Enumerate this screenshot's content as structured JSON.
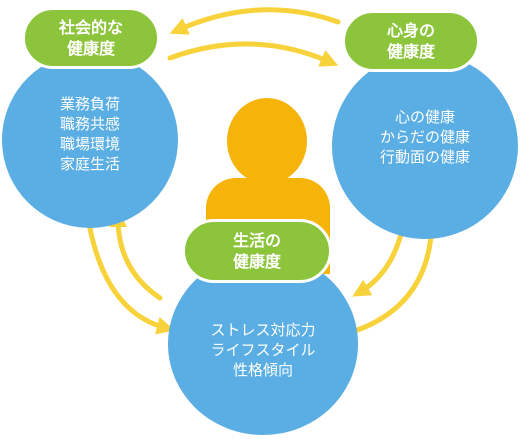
{
  "nodes": {
    "social": {
      "title_lines": [
        "社会的な",
        "健康度"
      ],
      "items": [
        "業務負荷",
        "職務共感",
        "職場環境",
        "家庭生活"
      ]
    },
    "mind_body": {
      "title_lines": [
        "心身の",
        "健康度"
      ],
      "items": [
        "心の健康",
        "からだの健康",
        "行動面の健康"
      ]
    },
    "life": {
      "title_lines": [
        "生活の",
        "健康度"
      ],
      "items": [
        "ストレス対応力",
        "ライフスタイル",
        "性格傾向"
      ]
    }
  },
  "colors": {
    "circle": "#5aaee3",
    "pill": "#8cc43b",
    "person": "#f6b30a",
    "arrow": "#f7d23a"
  },
  "icons": {
    "person": "person-icon",
    "arrows": "bidirectional-arrow"
  }
}
